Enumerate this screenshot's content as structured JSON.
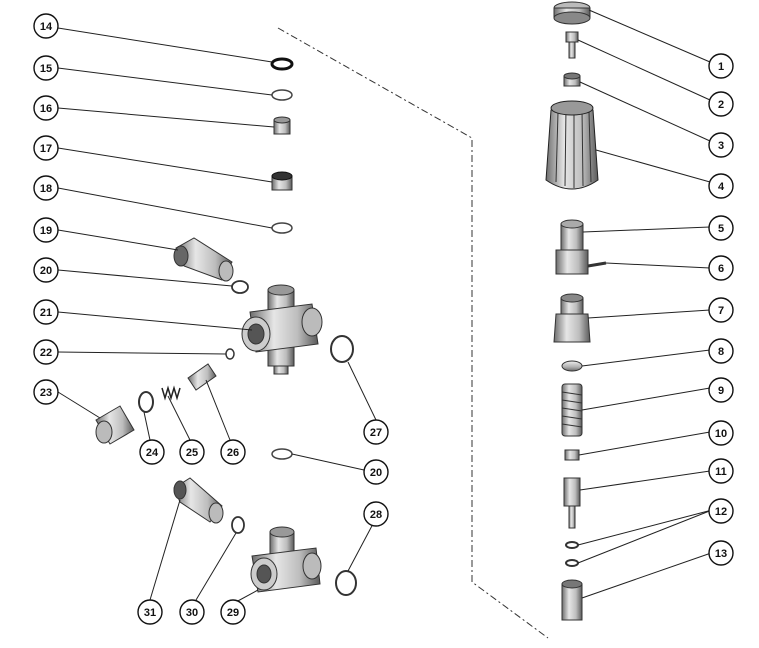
{
  "diagram": {
    "type": "exploded-parts-view",
    "callouts": [
      "1",
      "2",
      "3",
      "4",
      "5",
      "6",
      "7",
      "8",
      "9",
      "10",
      "11",
      "12",
      "13",
      "14",
      "15",
      "16",
      "17",
      "18",
      "19",
      "20",
      "20",
      "21",
      "22",
      "23",
      "24",
      "25",
      "26",
      "27",
      "28",
      "29",
      "30",
      "31"
    ]
  }
}
